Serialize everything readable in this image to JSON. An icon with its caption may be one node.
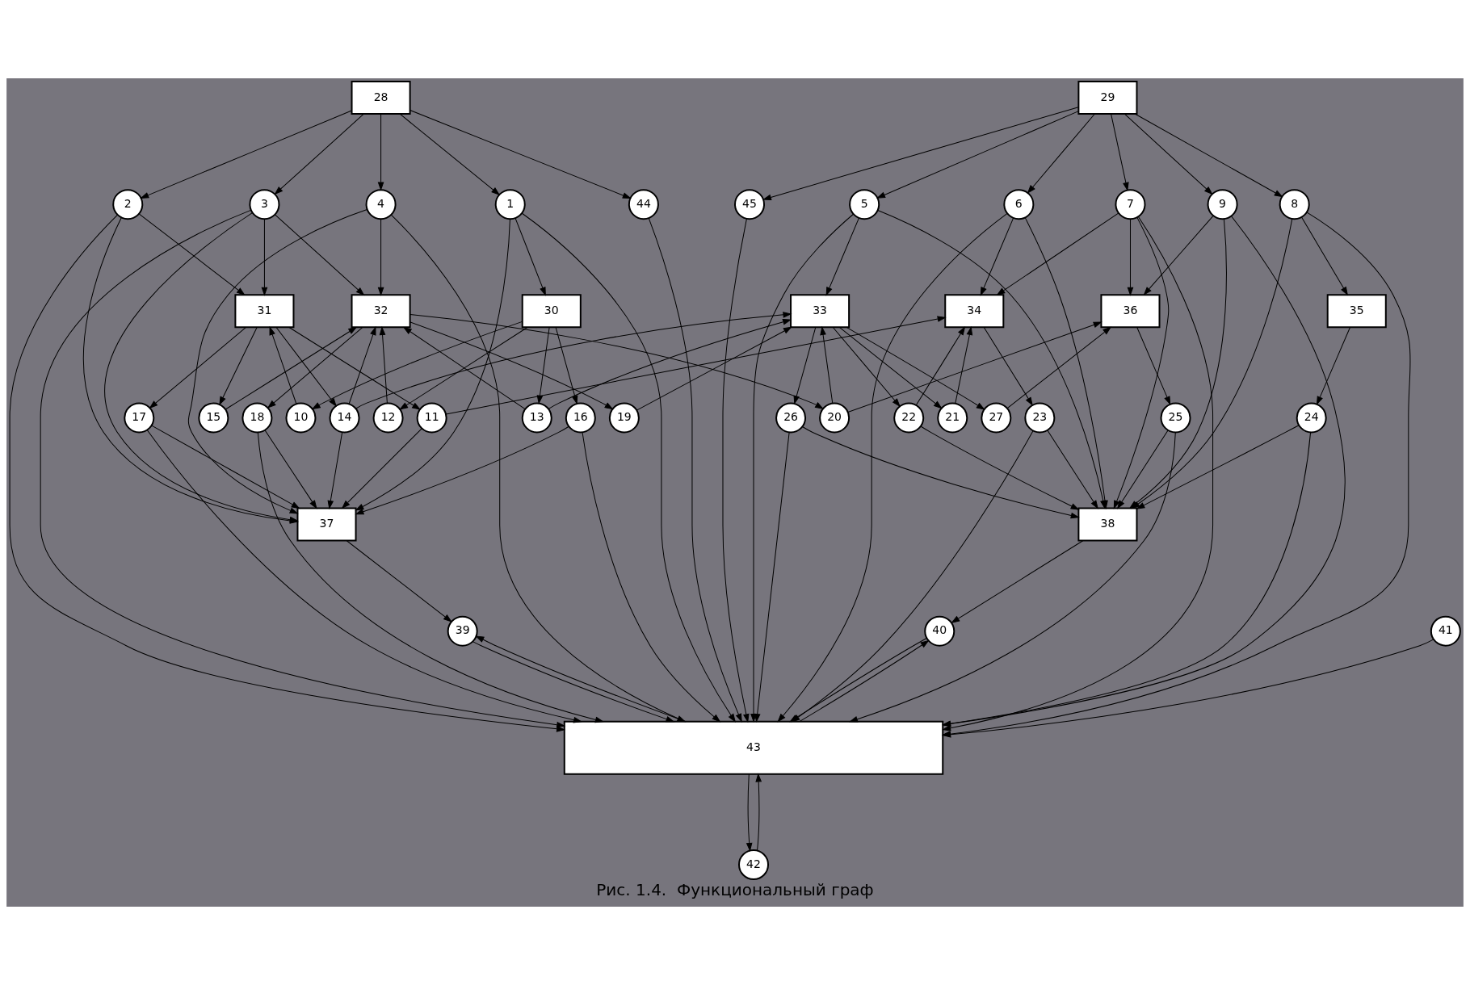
{
  "diagram": {
    "caption": "Рис. 1.4.  Функциональный граф",
    "nodes": [
      {
        "text": [
          "1"
        ]
      },
      {
        "text": [
          "2"
        ]
      },
      {
        "text": [
          "3"
        ]
      },
      {
        "text": [
          "4"
        ]
      },
      {
        "text": [
          "5"
        ]
      },
      {
        "text": [
          "6"
        ]
      },
      {
        "text": [
          "7"
        ]
      },
      {
        "text": [
          "8"
        ]
      },
      {
        "text": [
          "9"
        ]
      },
      {
        "text": [
          "10"
        ]
      },
      {
        "text": [
          "11"
        ]
      },
      {
        "text": [
          "12"
        ]
      },
      {
        "text": [
          "13"
        ]
      },
      {
        "text": [
          "14"
        ]
      },
      {
        "text": [
          "15"
        ]
      },
      {
        "text": [
          "16"
        ]
      },
      {
        "text": [
          "17"
        ]
      },
      {
        "text": [
          "18"
        ]
      },
      {
        "text": [
          "19"
        ]
      },
      {
        "text": [
          "20"
        ]
      },
      {
        "text": [
          "21"
        ]
      },
      {
        "text": [
          "22"
        ]
      },
      {
        "text": [
          "23"
        ]
      },
      {
        "text": [
          "24"
        ]
      },
      {
        "text": [
          "25"
        ]
      },
      {
        "text": [
          "26"
        ]
      },
      {
        "text": [
          "27"
        ]
      },
      {
        "text": [
          "28"
        ]
      },
      {
        "text": [
          "29"
        ]
      },
      {
        "text": [
          "30"
        ]
      },
      {
        "text": [
          "31"
        ]
      },
      {
        "text": [
          "32"
        ]
      },
      {
        "text": [
          "33"
        ]
      },
      {
        "text": [
          "34"
        ]
      },
      {
        "text": [
          "35"
        ]
      },
      {
        "text": [
          "36"
        ]
      },
      {
        "text": [
          "37"
        ]
      },
      {
        "text": [
          "38"
        ]
      },
      {
        "text": [
          "39"
        ]
      },
      {
        "text": [
          "40"
        ]
      },
      {
        "text": [
          "41"
        ]
      },
      {
        "text": [
          "42"
        ]
      },
      {
        "text": [
          "43"
        ]
      },
      {
        "text": [
          "44"
        ]
      },
      {
        "text": [
          "45"
        ]
      }
    ],
    "edges": [
      {
        "from": 27,
        "to": 0,
        "arrow": "to"
      },
      {
        "from": 27,
        "to": 1,
        "arrow": "to"
      },
      {
        "from": 27,
        "to": 2,
        "arrow": "to"
      },
      {
        "from": 27,
        "to": 3,
        "arrow": "to"
      },
      {
        "from": 27,
        "to": 43,
        "arrow": "to"
      },
      {
        "from": 28,
        "to": 44,
        "arrow": "to"
      },
      {
        "from": 28,
        "to": 4,
        "arrow": "to"
      },
      {
        "from": 28,
        "to": 5,
        "arrow": "to"
      },
      {
        "from": 28,
        "to": 6,
        "arrow": "to"
      },
      {
        "from": 28,
        "to": 7,
        "arrow": "to"
      },
      {
        "from": 28,
        "to": 8,
        "arrow": "to"
      },
      {
        "from": 0,
        "to": 29,
        "arrow": "to"
      },
      {
        "from": 0,
        "to": 36,
        "arrow": "to"
      },
      {
        "from": 0,
        "to": 42,
        "arrow": "to"
      },
      {
        "from": 1,
        "to": 30,
        "arrow": "to"
      },
      {
        "from": 1,
        "to": 36,
        "arrow": "to"
      },
      {
        "from": 1,
        "to": 42,
        "arrow": "to"
      },
      {
        "from": 2,
        "to": 30,
        "arrow": "to"
      },
      {
        "from": 2,
        "to": 31,
        "arrow": "to"
      },
      {
        "from": 2,
        "to": 36,
        "arrow": "to"
      },
      {
        "from": 2,
        "to": 42,
        "arrow": "to"
      },
      {
        "from": 3,
        "to": 31,
        "arrow": "to"
      },
      {
        "from": 3,
        "to": 36,
        "arrow": "to"
      },
      {
        "from": 3,
        "to": 42,
        "arrow": "to"
      },
      {
        "from": 43,
        "to": 42,
        "arrow": "to"
      },
      {
        "from": 44,
        "to": 42,
        "arrow": "to"
      },
      {
        "from": 4,
        "to": 32,
        "arrow": "to"
      },
      {
        "from": 4,
        "to": 37,
        "arrow": "to"
      },
      {
        "from": 4,
        "to": 42,
        "arrow": "to"
      },
      {
        "from": 5,
        "to": 33,
        "arrow": "to"
      },
      {
        "from": 5,
        "to": 37,
        "arrow": "to"
      },
      {
        "from": 5,
        "to": 42,
        "arrow": "to"
      },
      {
        "from": 6,
        "to": 33,
        "arrow": "to"
      },
      {
        "from": 6,
        "to": 35,
        "arrow": "to"
      },
      {
        "from": 6,
        "to": 37,
        "arrow": "to"
      },
      {
        "from": 6,
        "to": 42,
        "arrow": "to"
      },
      {
        "from": 7,
        "to": 34,
        "arrow": "to"
      },
      {
        "from": 7,
        "to": 37,
        "arrow": "to"
      },
      {
        "from": 7,
        "to": 42,
        "arrow": "to"
      },
      {
        "from": 8,
        "to": 35,
        "arrow": "to"
      },
      {
        "from": 8,
        "to": 37,
        "arrow": "to"
      },
      {
        "from": 8,
        "to": 42,
        "arrow": "to"
      },
      {
        "from": 29,
        "to": 12,
        "arrow": "to"
      },
      {
        "from": 29,
        "to": 9,
        "arrow": "to"
      },
      {
        "from": 29,
        "to": 11,
        "arrow": "to"
      },
      {
        "from": 29,
        "to": 15,
        "arrow": "to"
      },
      {
        "from": 9,
        "to": 30,
        "arrow": "to"
      },
      {
        "from": 30,
        "to": 13,
        "arrow": "to"
      },
      {
        "from": 30,
        "to": 14,
        "arrow": "to"
      },
      {
        "from": 30,
        "to": 10,
        "arrow": "to"
      },
      {
        "from": 30,
        "to": 16,
        "arrow": "to"
      },
      {
        "from": 12,
        "to": 31,
        "arrow": "to"
      },
      {
        "from": 12,
        "to": 32,
        "arrow": "to"
      },
      {
        "from": 13,
        "to": 31,
        "arrow": "to"
      },
      {
        "from": 13,
        "to": 32,
        "arrow": "to"
      },
      {
        "from": 13,
        "to": 36,
        "arrow": "to"
      },
      {
        "from": 14,
        "to": 31,
        "arrow": "to"
      },
      {
        "from": 11,
        "to": 31,
        "arrow": "to"
      },
      {
        "from": 31,
        "to": 19,
        "arrow": "to"
      },
      {
        "from": 31,
        "to": 18,
        "arrow": "to"
      },
      {
        "from": 31,
        "to": 17,
        "arrow": "to"
      },
      {
        "from": 19,
        "to": 32,
        "arrow": "to"
      },
      {
        "from": 19,
        "to": 35,
        "arrow": "to"
      },
      {
        "from": 18,
        "to": 32,
        "arrow": "to"
      },
      {
        "from": 32,
        "to": 20,
        "arrow": "to"
      },
      {
        "from": 32,
        "to": 26,
        "arrow": "to"
      },
      {
        "from": 32,
        "to": 21,
        "arrow": "to"
      },
      {
        "from": 32,
        "to": 25,
        "arrow": "to"
      },
      {
        "from": 20,
        "to": 33,
        "arrow": "to"
      },
      {
        "from": 21,
        "to": 33,
        "arrow": "to"
      },
      {
        "from": 10,
        "to": 33,
        "arrow": "to"
      },
      {
        "from": 10,
        "to": 36,
        "arrow": "to"
      },
      {
        "from": 26,
        "to": 35,
        "arrow": "to"
      },
      {
        "from": 15,
        "to": 36,
        "arrow": "to"
      },
      {
        "from": 15,
        "to": 42,
        "arrow": "to"
      },
      {
        "from": 16,
        "to": 36,
        "arrow": "to"
      },
      {
        "from": 16,
        "to": 42,
        "arrow": "to"
      },
      {
        "from": 17,
        "to": 36,
        "arrow": "to"
      },
      {
        "from": 17,
        "to": 42,
        "arrow": "to"
      },
      {
        "from": 40,
        "to": 42,
        "arrow": "to"
      },
      {
        "from": 33,
        "to": 22,
        "arrow": "to"
      },
      {
        "from": 34,
        "to": 23,
        "arrow": "to"
      },
      {
        "from": 35,
        "to": 24,
        "arrow": "to"
      },
      {
        "from": 22,
        "to": 37,
        "arrow": "to"
      },
      {
        "from": 22,
        "to": 42,
        "arrow": "to"
      },
      {
        "from": 23,
        "to": 37,
        "arrow": "to"
      },
      {
        "from": 23,
        "to": 42,
        "arrow": "to"
      },
      {
        "from": 24,
        "to": 37,
        "arrow": "to"
      },
      {
        "from": 24,
        "to": 42,
        "arrow": "to"
      },
      {
        "from": 21,
        "to": 37,
        "arrow": "to"
      },
      {
        "from": 25,
        "to": 37,
        "arrow": "to"
      },
      {
        "from": 25,
        "to": 42,
        "arrow": "to"
      },
      {
        "from": 36,
        "to": 38,
        "arrow": "to"
      },
      {
        "from": 37,
        "to": 39,
        "arrow": "to"
      },
      {
        "from": 42,
        "to": 38,
        "arrow": "to"
      },
      {
        "from": 38,
        "to": 42,
        "arrow": "to"
      },
      {
        "from": 42,
        "to": 39,
        "arrow": "to"
      },
      {
        "from": 39,
        "to": 42,
        "arrow": "to"
      },
      {
        "from": 42,
        "to": 41,
        "arrow": "to"
      },
      {
        "from": 41,
        "to": 42,
        "arrow": "to"
      }
    ]
  }
}
